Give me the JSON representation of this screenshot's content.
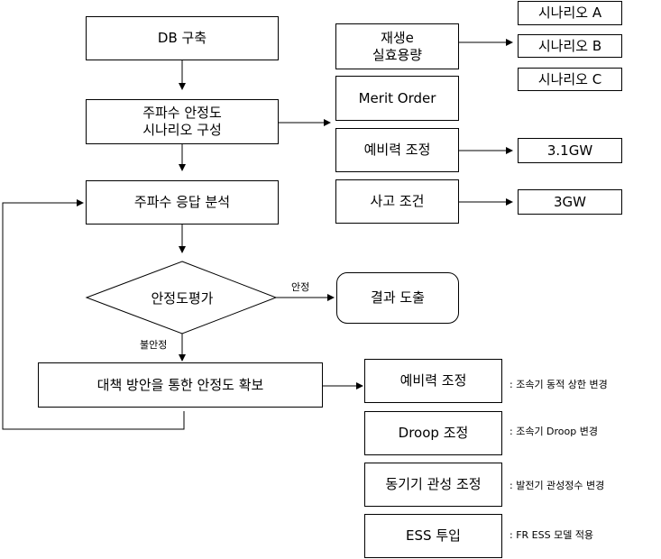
{
  "flow": {
    "db": "DB 구축",
    "scenario": "주파수 안정도\n시나리오 구성",
    "analysis": "주파수 응답 분석",
    "decision": "안정도평가",
    "result": "결과 도출",
    "countermeasure": "대책 방안을 통한 안정도 확보"
  },
  "edge_labels": {
    "stable": "안정",
    "unstable": "불안정"
  },
  "scenario_params": {
    "renewable": "재생e\n실효용량",
    "merit": "Merit Order",
    "reserve": "예비력 조정",
    "accident": "사고 조건"
  },
  "scenario_values": {
    "a": "시나리오 A",
    "b": "시나리오 B",
    "c": "시나리오 C",
    "reserve_value": "3.1GW",
    "accident_value": "3GW"
  },
  "measures": [
    {
      "label": "예비력 조정",
      "note": ": 조속기 동적 상한 변경"
    },
    {
      "label": "Droop 조정",
      "note": ": 조속기 Droop 변경"
    },
    {
      "label": "동기기 관성 조정",
      "note": ": 발전기 관성정수 변경"
    },
    {
      "label": "ESS 투입",
      "note": ": FR ESS 모델 적용"
    }
  ]
}
